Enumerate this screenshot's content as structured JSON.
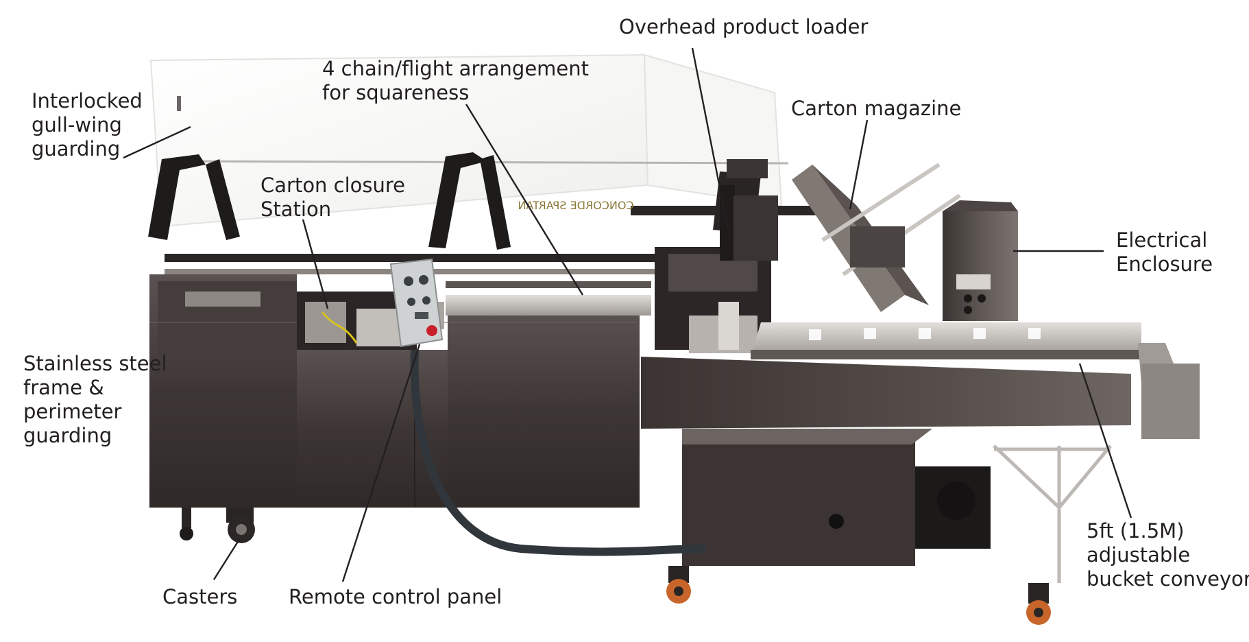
{
  "labels": {
    "interlocked_guarding": [
      "Interlocked",
      "gull-wing",
      "guarding"
    ],
    "chain_flight": [
      "4 chain/flight arrangement",
      "for squareness"
    ],
    "overhead_loader": [
      "Overhead product loader"
    ],
    "carton_magazine": [
      "Carton magazine"
    ],
    "carton_closure": [
      "Carton closure",
      "Station"
    ],
    "electrical_enclosure": [
      "Electrical",
      "Enclosure"
    ],
    "stainless_frame": [
      "Stainless steel",
      "frame &",
      "perimeter",
      "guarding"
    ],
    "casters": [
      "Casters"
    ],
    "remote_panel": [
      "Remote control panel"
    ],
    "bucket_conveyor": [
      "5ft (1.5M)",
      "adjustable",
      "bucket conveyor"
    ]
  },
  "nameplate_text": "CONCORDE SPARTAN",
  "colors": {
    "text": "#231f20",
    "steel_dark": "#3b3433",
    "steel_mid": "#6d6663",
    "steel_light": "#b9b5b0",
    "frame_black": "#1e1b1b",
    "guard_white": "#f4f4f2",
    "stop_red": "#c8202a",
    "caster_orange": "#c7652a"
  }
}
